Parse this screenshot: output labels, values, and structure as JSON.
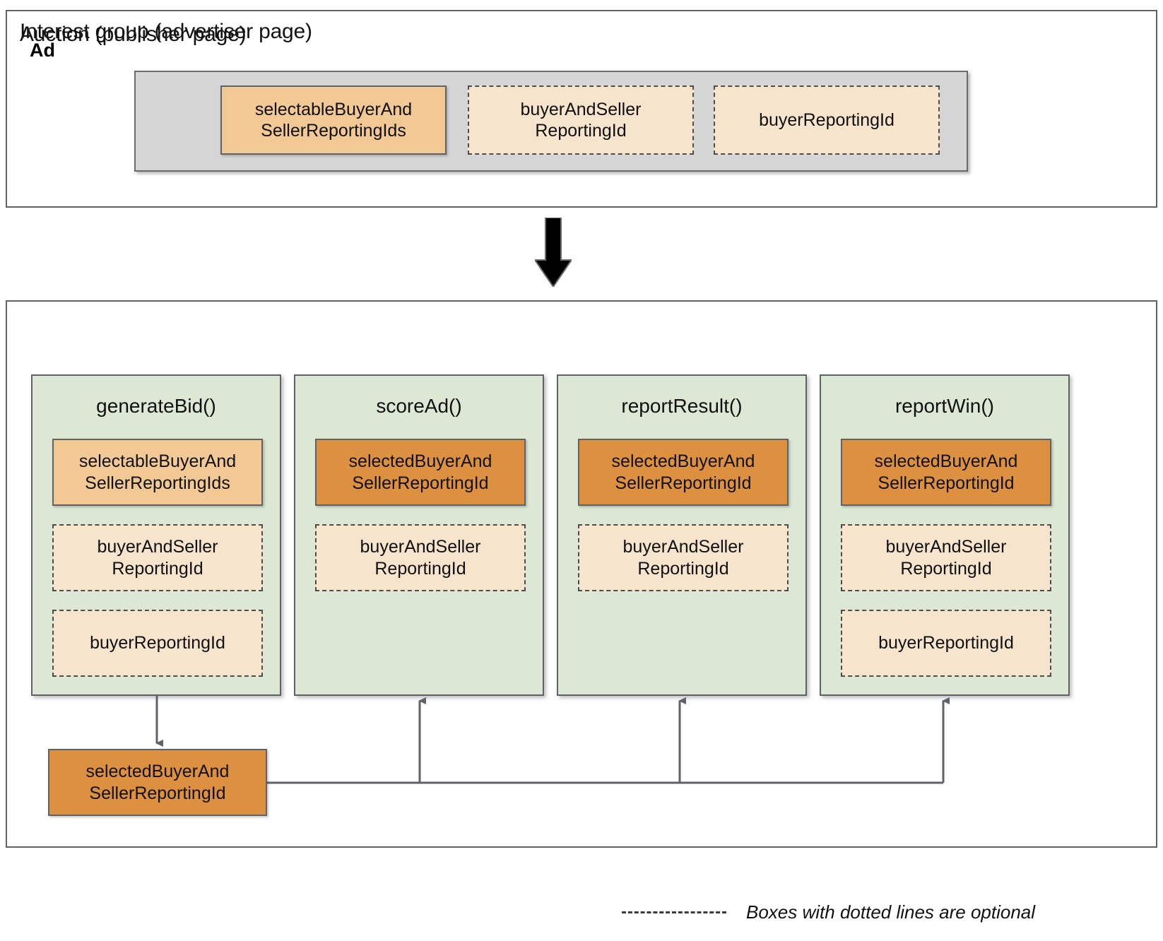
{
  "diagram": {
    "type": "flow-diagram",
    "title_top": "Interest group (advertiser page)",
    "title_bottom": "Auction (publisher page)"
  },
  "colors": {
    "panel_border": "#5f6368",
    "ad_container_bg": "#d5d5d5",
    "fn_card_bg": "#dce7d4",
    "solid_light_orange": "#f2c894",
    "solid_dark_orange": "#dd9040",
    "dashed_peach": "#f7e4cd",
    "connector_line": "#5f6368",
    "flow_arrow": "#000000"
  },
  "interest_group": {
    "title": "Interest group (advertiser page)",
    "ad": {
      "label": "Ad",
      "fields": [
        {
          "name": "selectableBuyerAndSellerReportingIds",
          "text": "selectableBuyerAnd\nSellerReportingIds",
          "style": "solid-light",
          "optional": false
        },
        {
          "name": "buyerAndSellerReportingId",
          "text": "buyerAndSeller\nReportingId",
          "style": "dashed",
          "optional": true
        },
        {
          "name": "buyerReportingId",
          "text": "buyerReportingId",
          "style": "dashed",
          "optional": true
        }
      ]
    }
  },
  "auction": {
    "title": "Auction (publisher page)",
    "functions": [
      {
        "name": "generateBid",
        "label": "generateBid()",
        "fields": [
          {
            "name": "selectableBuyerAndSellerReportingIds",
            "text": "selectableBuyerAnd\nSellerReportingIds",
            "style": "solid-light",
            "optional": false
          },
          {
            "name": "buyerAndSellerReportingId",
            "text": "buyerAndSeller\nReportingId",
            "style": "dashed",
            "optional": true
          },
          {
            "name": "buyerReportingId",
            "text": "buyerReportingId",
            "style": "dashed",
            "optional": true
          }
        ]
      },
      {
        "name": "scoreAd",
        "label": "scoreAd()",
        "fields": [
          {
            "name": "selectedBuyerAndSellerReportingId",
            "text": "selectedBuyerAnd\nSellerReportingId",
            "style": "solid-dark",
            "optional": false
          },
          {
            "name": "buyerAndSellerReportingId",
            "text": "buyerAndSeller\nReportingId",
            "style": "dashed",
            "optional": true
          }
        ]
      },
      {
        "name": "reportResult",
        "label": "reportResult()",
        "fields": [
          {
            "name": "selectedBuyerAndSellerReportingId",
            "text": "selectedBuyerAnd\nSellerReportingId",
            "style": "solid-dark",
            "optional": false
          },
          {
            "name": "buyerAndSellerReportingId",
            "text": "buyerAndSeller\nReportingId",
            "style": "dashed",
            "optional": true
          }
        ]
      },
      {
        "name": "reportWin",
        "label": "reportWin()",
        "fields": [
          {
            "name": "selectedBuyerAndSellerReportingId",
            "text": "selectedBuyerAnd\nSellerReportingId",
            "style": "solid-dark",
            "optional": false
          },
          {
            "name": "buyerAndSellerReportingId",
            "text": "buyerAndSeller\nReportingId",
            "style": "dashed",
            "optional": true
          },
          {
            "name": "buyerReportingId",
            "text": "buyerReportingId",
            "style": "dashed",
            "optional": true
          }
        ]
      }
    ],
    "output": {
      "name": "selectedBuyerAndSellerReportingId",
      "text": "selectedBuyerAnd\nSellerReportingId",
      "style": "solid-dark"
    }
  },
  "legend": {
    "sample": "dashed-line-sample",
    "text": "Boxes with dotted lines are optional"
  }
}
